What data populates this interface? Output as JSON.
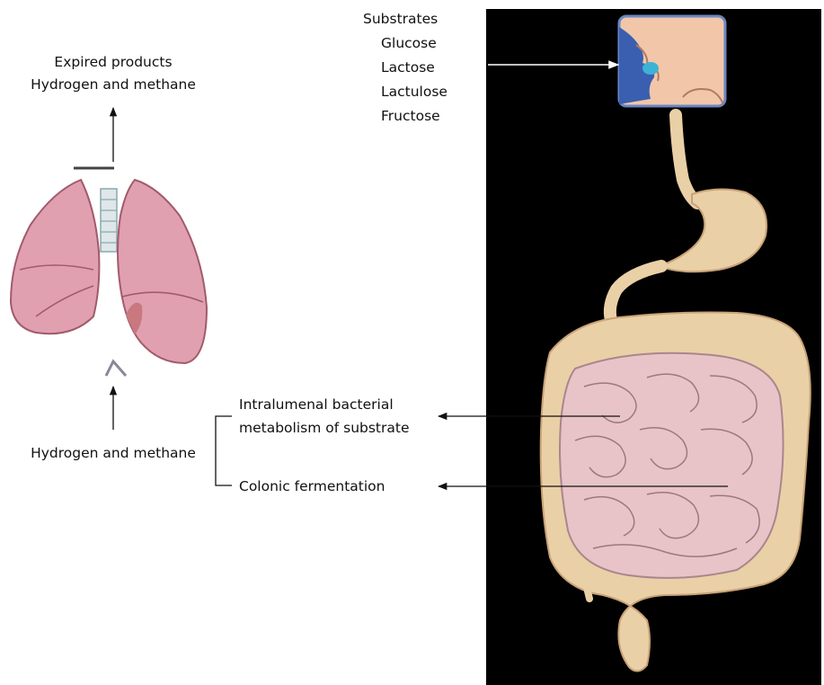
{
  "substrates": {
    "heading": "Substrates",
    "items": [
      "Glucose",
      "Lactose",
      "Lactulose",
      "Fructose"
    ]
  },
  "expired": {
    "line1": "Expired products",
    "line2": "Hydrogen and methane"
  },
  "lung_input_label": "Hydrogen and methane",
  "process": {
    "bacterial_line1": "Intralumenal bacterial",
    "bacterial_line2": "metabolism of substrate",
    "colonic": "Colonic fermentation"
  },
  "colors": {
    "gut": "#ead0a6",
    "small_intestine": "#e8c3c8",
    "lung": "#e0a0b0",
    "panel": "#000000"
  }
}
